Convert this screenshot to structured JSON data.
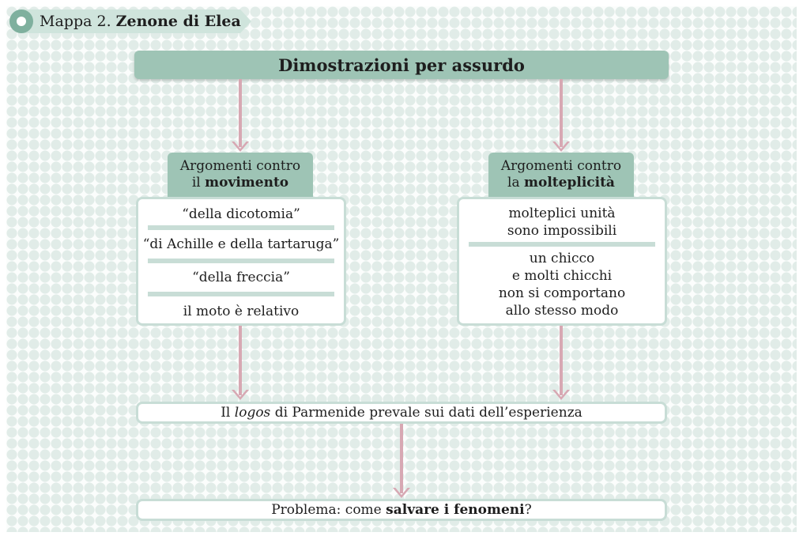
{
  "title": {
    "prefix": "Mappa 2.",
    "name": "Zenone di Elea"
  },
  "top": "Dimostrazioni per assurdo",
  "left": {
    "heading_line1": "Argomenti contro",
    "heading_line2_pre": "il",
    "heading_line2_bold": "movimento",
    "items": [
      "“della dicotomia”",
      "“di Achille e della tartaruga”",
      "“della freccia”",
      "il moto è relativo"
    ]
  },
  "right": {
    "heading_line1": "Argomenti contro",
    "heading_line2_pre": "la",
    "heading_line2_bold": "molteplicità",
    "items": [
      [
        "molteplici unità",
        "sono impossibili"
      ],
      [
        "un chicco",
        "e molti chicchi",
        "non si comportano",
        "allo stesso modo"
      ]
    ]
  },
  "logos": {
    "pre": "Il",
    "italic": "logos",
    "post": "di Parmenide prevale sui dati dell’esperienza"
  },
  "problem": {
    "pre": "Problema: come",
    "bold": "salvare i fenomeni",
    "post": "?"
  },
  "colors": {
    "header": "#9ec4b5",
    "arrow": "#d7a8b3",
    "border": "#c8ddd6",
    "dot": "#7fb09e"
  }
}
